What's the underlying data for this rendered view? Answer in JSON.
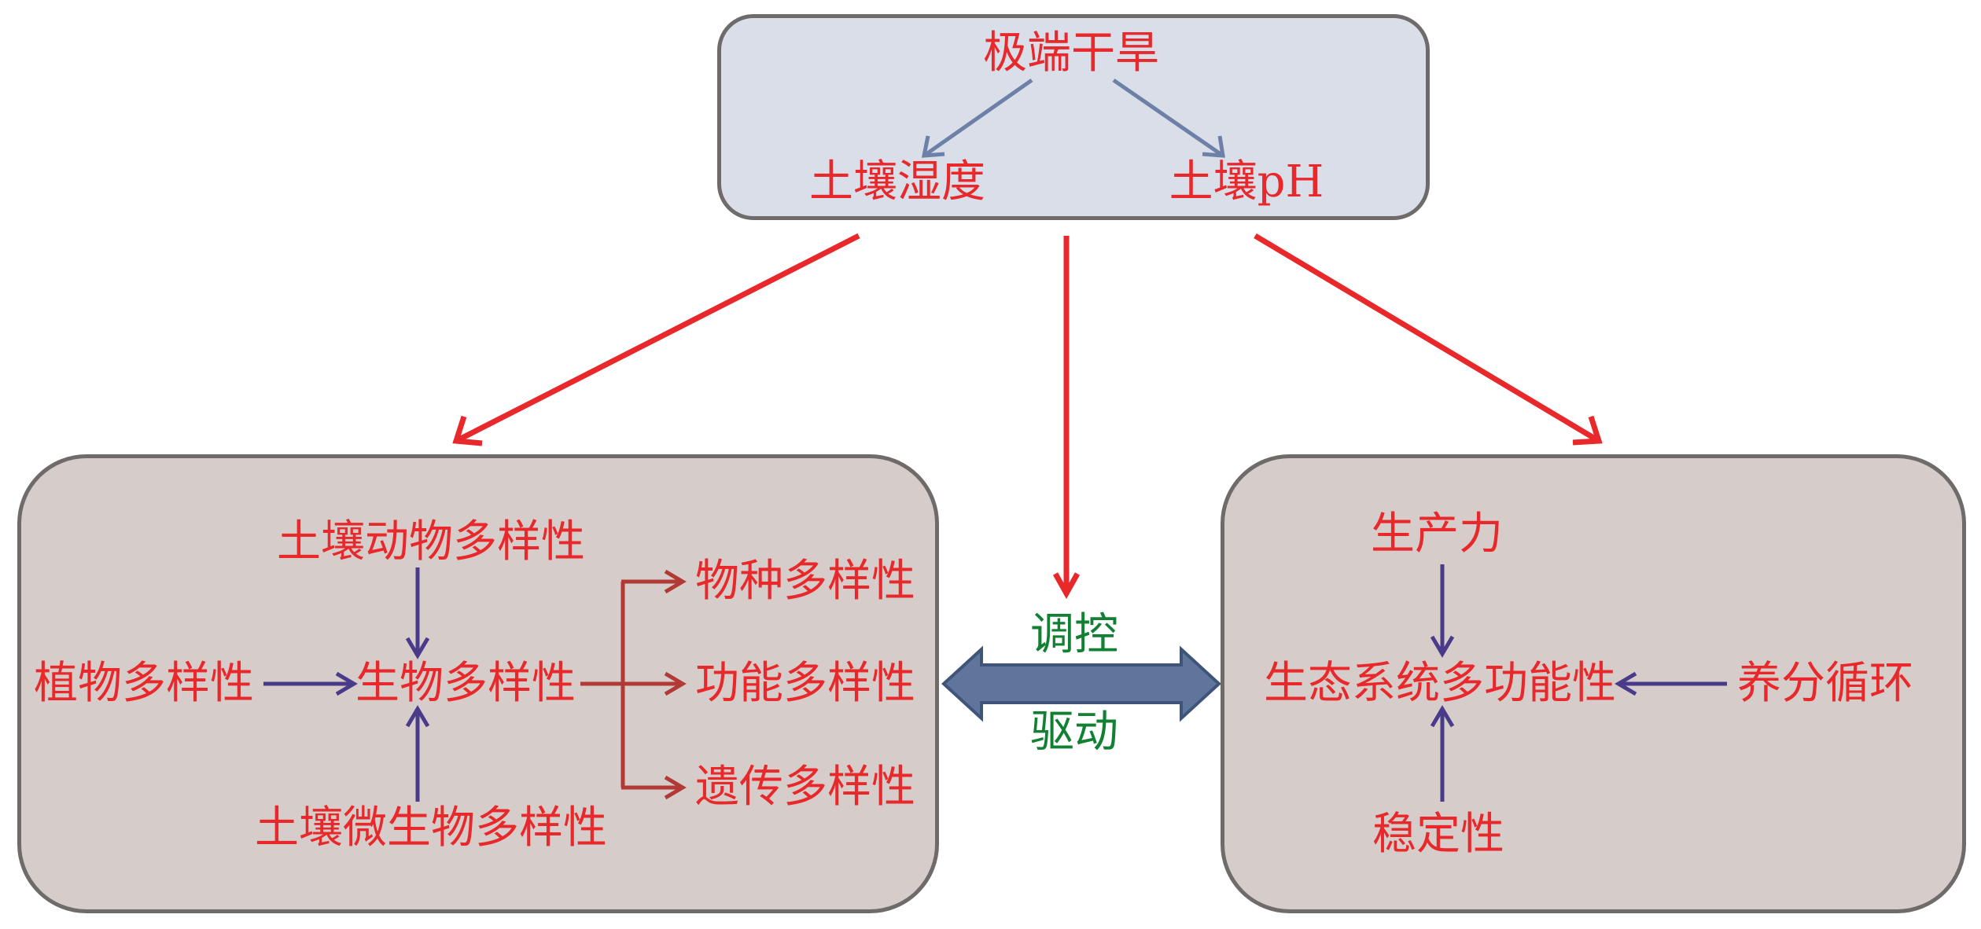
{
  "colors": {
    "text_red": "#e8282b",
    "text_green": "#118033",
    "arrow_red": "#e8282b",
    "arrow_blue": "#6d80a8",
    "arrow_purple": "#4a3a8a",
    "arrow_darkred": "#b13a36",
    "top_box_fill": "#d9dee8",
    "bottom_box_fill": "#d6cdca",
    "box_border": "#6f6b6a",
    "double_arrow_fill": "#5f759c"
  },
  "top": {
    "drought": "极端干旱",
    "soil_moisture": "土壤湿度",
    "soil_ph": "土壤pH"
  },
  "left": {
    "soil_fauna": "土壤动物多样性",
    "plant": "植物多样性",
    "biodiversity": "生物多样性",
    "soil_microbe": "土壤微生物多样性",
    "species": "物种多样性",
    "functional": "功能多样性",
    "genetic": "遗传多样性"
  },
  "middle": {
    "regulate": "调控",
    "drive": "驱动"
  },
  "right": {
    "productivity": "生产力",
    "multifunctionality": "生态系统多功能性",
    "nutrient_cycling": "养分循环",
    "stability": "稳定性"
  }
}
